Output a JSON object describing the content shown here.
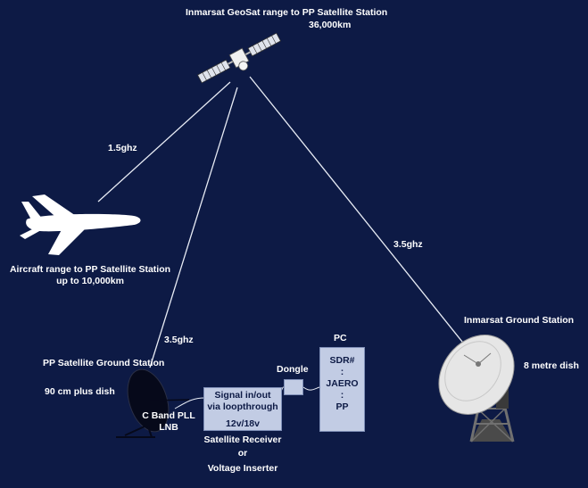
{
  "labels": {
    "satellite_prefix": "Inmarsat GeoSat",
    "satellite_range": "range to PP Satellite Station",
    "satellite_distance": "36,000km",
    "freq_aircraft": "1.5ghz",
    "freq_ground_left": "3.5ghz",
    "freq_inmarsat": "3.5ghz",
    "aircraft_line1": "Aircraft range to PP Satellite Station",
    "aircraft_line2": "up to 10,000km",
    "pp_station": "PP Satellite Ground Station",
    "dish_size": "90 cm plus dish",
    "lnb_line1": "C Band PLL",
    "lnb_line2": "LNB",
    "dongle": "Dongle",
    "pc": "PC",
    "inmarsat_station": "Inmarsat Ground Station",
    "inmarsat_dish": "8 metre dish",
    "receiver_line1": "Satellite Receiver",
    "receiver_or": "or",
    "receiver_line2": "Voltage Inserter"
  },
  "receiver_box": {
    "line1": "Signal in/out",
    "line2": "via loopthrough",
    "voltage": "12v/18v"
  },
  "pc_box": {
    "items": [
      "SDR#",
      ":",
      "JAERO",
      ":",
      "PP"
    ]
  },
  "colors": {
    "background": "#0d1a45",
    "text": "#ffffff",
    "box_fill": "#c2cce4",
    "link": "#e8ecf5"
  },
  "icons": {
    "satellite": "satellite-icon",
    "aircraft": "airplane-icon",
    "small_dish": "satellite-dish-icon",
    "large_dish": "large-dish-icon"
  }
}
